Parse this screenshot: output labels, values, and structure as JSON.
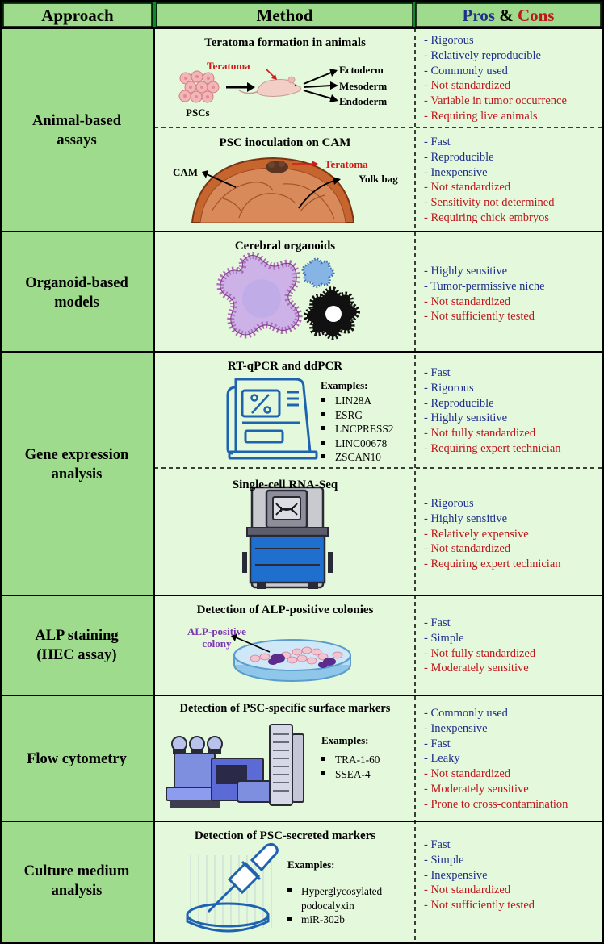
{
  "header": {
    "approach": "Approach",
    "method": "Method",
    "pros_word": "Pros",
    "amp": " & ",
    "cons_word": "Cons"
  },
  "colors": {
    "header_fill": "#0a8a2b",
    "approach_fill": "#9fdb8c",
    "content_fill": "#e4f8dc",
    "pros_text": "#1f2f8c",
    "cons_text": "#c0161b",
    "border": "#000000"
  },
  "rows": [
    {
      "approach": [
        "Animal-based",
        "assays"
      ],
      "methods": [
        {
          "title": "Teratoma formation in animals",
          "labels": {
            "teratoma": "Teratoma",
            "pscs": "PSCs",
            "ectoderm": "Ectoderm",
            "mesoderm": "Mesoderm",
            "endoderm": "Endoderm"
          },
          "pros": [
            "- Rigorous",
            "- Relatively reproducible",
            "- Commonly used"
          ],
          "cons": [
            "- Not standardized",
            "- Variable in tumor occurrence",
            "- Requiring live animals"
          ]
        },
        {
          "title": "PSC inoculation on CAM",
          "labels": {
            "teratoma": "Teratoma",
            "cam": "CAM",
            "yolk": "Yolk bag"
          },
          "pros": [
            "- Fast",
            "- Reproducible",
            "- Inexpensive"
          ],
          "cons": [
            "- Not standardized",
            "- Sensitivity not determined",
            "- Requiring chick embryos"
          ]
        }
      ]
    },
    {
      "approach": [
        "Organoid-based",
        "models"
      ],
      "methods": [
        {
          "title": "Cerebral organoids",
          "pros": [
            "- Highly sensitive",
            "- Tumor-permissive niche"
          ],
          "cons": [
            "- Not standardized",
            "- Not sufficiently tested"
          ]
        }
      ]
    },
    {
      "approach": [
        "Gene expression",
        "analysis"
      ],
      "methods": [
        {
          "title": "RT-qPCR and ddPCR",
          "examples_label": "Examples:",
          "examples": [
            "LIN28A",
            "ESRG",
            "LNCPRESS2",
            "LINC00678",
            "ZSCAN10"
          ],
          "pros": [
            "- Fast",
            "- Rigorous",
            "- Reproducible",
            "- Highly sensitive"
          ],
          "cons": [
            "- Not fully standardized",
            "- Requiring expert technician"
          ]
        },
        {
          "title": "Single-cell RNA-Seq",
          "pros": [
            "- Rigorous",
            "- Highly sensitive"
          ],
          "cons": [
            "- Relatively expensive",
            "- Not standardized",
            "- Requiring expert technician"
          ]
        }
      ]
    },
    {
      "approach": [
        "ALP staining",
        "(HEC assay)"
      ],
      "methods": [
        {
          "title": "Detection of ALP-positive colonies",
          "labels": {
            "alp1": "ALP-positive",
            "alp2": "colony"
          },
          "pros": [
            "- Fast",
            "- Simple"
          ],
          "cons": [
            "- Not fully standardized",
            "- Moderately sensitive"
          ]
        }
      ]
    },
    {
      "approach": [
        "Flow cytometry"
      ],
      "methods": [
        {
          "title": "Detection of PSC-specific surface markers",
          "examples_label": "Examples:",
          "examples": [
            "TRA-1-60",
            "SSEA-4"
          ],
          "pros": [
            "- Commonly used",
            "- Inexpensive",
            "- Fast",
            "- Leaky"
          ],
          "cons": [
            "- Not standardized",
            "- Moderately sensitive",
            "- Prone to cross-contamination"
          ]
        }
      ]
    },
    {
      "approach": [
        "Culture medium",
        "analysis"
      ],
      "methods": [
        {
          "title": "Detection of PSC-secreted markers",
          "examples_label": "Examples:",
          "examples": [
            "Hyperglycosylated",
            "podocalyxin",
            "miR-302b"
          ],
          "pros": [
            "- Fast",
            "- Simple",
            "- Inexpensive"
          ],
          "cons": [
            "- Not standardized",
            "- Not sufficiently tested"
          ]
        }
      ]
    }
  ]
}
